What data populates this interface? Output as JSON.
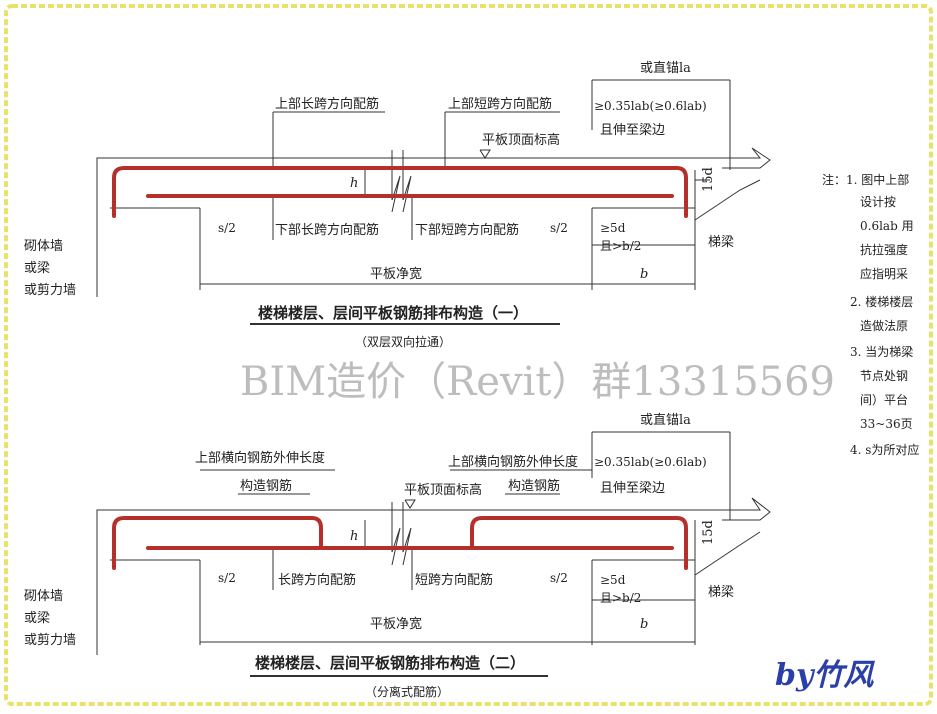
{
  "watermark": "BIM造价（Revit）群13315569",
  "signature": "by竹风",
  "diagram1": {
    "label_anchor": "或直锚la",
    "label_extend": "≥0.35lab(≥0.6lab)",
    "label_extend2": "且伸至梁边",
    "top_long": "上部长跨方向配筋",
    "top_short": "上部短跨方向配筋",
    "slab_top": "平板顶面标高",
    "h": "h",
    "d15": "15d",
    "bottom_long": "下部长跨方向配筋",
    "bottom_short": "下部短跨方向配筋",
    "s2_left": "s/2",
    "s2_right": "s/2",
    "ge5d": "≥5d",
    "gt_b2": "且>b/2",
    "stair_beam": "梯梁",
    "wall": [
      "砌体墙",
      "或梁",
      "或剪力墙"
    ],
    "clear_width": "平板净宽",
    "b": "b",
    "title": "楼梯楼层、层间平板钢筋排布构造（一）",
    "subtitle": "（双层双向拉通）"
  },
  "diagram2": {
    "label_anchor": "或直锚la",
    "label_extend": "≥0.35lab(≥0.6lab)",
    "label_extend2": "且伸至梁边",
    "top_trans_left": "上部横向钢筋外伸长度",
    "top_trans_right": "上部横向钢筋外伸长度",
    "constr_left": "构造钢筋",
    "constr_right": "构造钢筋",
    "slab_top": "平板顶面标高",
    "h": "h",
    "d15": "15d",
    "long_dir": "长跨方向配筋",
    "short_dir": "短跨方向配筋",
    "s2_left": "s/2",
    "s2_right": "s/2",
    "ge5d": "≥5d",
    "gt_b2": "且>b/2",
    "stair_beam": "梯梁",
    "wall": [
      "砌体墙",
      "或梁",
      "或剪力墙"
    ],
    "clear_width": "平板净宽",
    "b": "b",
    "title": "楼梯楼层、层间平板钢筋排布构造（二）",
    "subtitle": "（分离式配筋）"
  },
  "notes": [
    "注：1.  图中上部",
    "设计按",
    "0.6lab 用",
    "抗拉强度",
    "应指明采",
    "2.  楼梯楼层",
    "造做法原",
    "3.  当为梯梁",
    "节点处钢",
    "间）平台",
    "33~36页",
    "4.  s为所对应"
  ],
  "colors": {
    "rebar": "#b5302a",
    "line": "#333333",
    "frame": "#e9e26a"
  }
}
